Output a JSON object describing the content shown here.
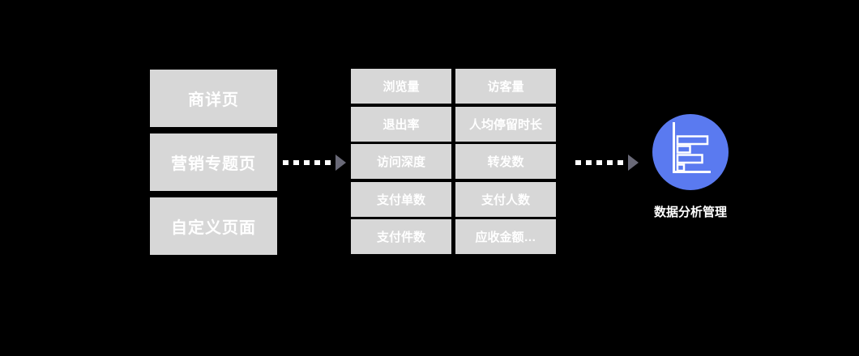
{
  "colors": {
    "background": "#000000",
    "box_bg": "#d7d7d7",
    "box_text": "#ffffff",
    "arrow_dash": "#ffffff",
    "arrow_head": "#696977",
    "circle_bg": "#5a7af0",
    "icon_stroke": "#ffffff",
    "label_text": "#ffffff"
  },
  "sources": [
    {
      "label": "商详页"
    },
    {
      "label": "营销专题页"
    },
    {
      "label": "自定义页面"
    }
  ],
  "metrics": [
    "浏览量",
    "访客量",
    "退出率",
    "人均停留时长",
    "访问深度",
    "转发数",
    "支付单数",
    "支付人数",
    "支付件数",
    "应收金额…"
  ],
  "target": {
    "label": "数据分析管理",
    "icon": "horizontal-bar-chart-icon"
  }
}
